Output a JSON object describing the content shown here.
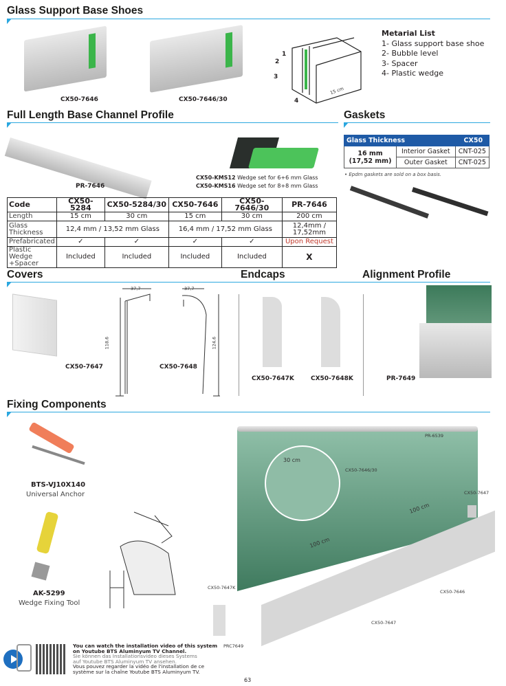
{
  "sections": {
    "base_shoes": "Glass Support Base Shoes",
    "channel": "Full Length Base Channel Profile",
    "gaskets": "Gaskets",
    "covers": "Covers",
    "endcaps": "Endcaps",
    "alignment": "Alignment Profile",
    "fixing": "Fixing Components"
  },
  "base_shoes": {
    "items": [
      "CX50-7646",
      "CX50-7646/30"
    ],
    "diagram_numbers": [
      "1",
      "2",
      "3",
      "4"
    ],
    "diagram_dim": "15 cm",
    "material_list": {
      "title": "Metarial List",
      "items": [
        "1- Glass support base shoe",
        "2- Bubble level",
        "3- Spacer",
        "4- Plastic wedge"
      ]
    }
  },
  "channel": {
    "profile_label": "PR-7646",
    "wedge_lines": [
      {
        "code": "CX50-KMS12",
        "text": " Wedge set for 6+6 mm Glass"
      },
      {
        "code": "CX50-KMS16",
        "text": " Wedge set for 8+8 mm Glass"
      }
    ]
  },
  "spec_table": {
    "headers": [
      "Code",
      "CX50-5284",
      "CX50-5284/30",
      "CX50-7646",
      "CX50-7646/30",
      "PR-7646"
    ],
    "length": {
      "label": "Length",
      "values": [
        "15 cm",
        "30 cm",
        "15 cm",
        "30 cm",
        "200 cm"
      ]
    },
    "thickness": {
      "label": "Glass Thickness",
      "values": [
        "12,4 mm / 13,52 mm Glass",
        "16,4 mm / 17,52 mm Glass",
        "12,4mm / 17,52mm"
      ]
    },
    "prefab": {
      "label": "Prefabricated",
      "values": [
        "✓",
        "✓",
        "✓",
        "✓",
        "Upon Request"
      ]
    },
    "wedge": {
      "label": "Plastic Wedge +Spacer",
      "values": [
        "Included",
        "Included",
        "Included",
        "Included",
        "X"
      ]
    }
  },
  "gasket_table": {
    "header": "Glass Thickness",
    "header_col": "CX50",
    "thickness": "16 mm",
    "thickness2": "(17,52 mm)",
    "rows": [
      {
        "type": "Interior Gasket",
        "code": "CNT-025"
      },
      {
        "type": "Outer Gasket",
        "code": "CNT-025"
      }
    ],
    "note": "• Epdm gaskets are sold on a box basis."
  },
  "covers": {
    "items": [
      "CX50-7647",
      "CX50-7648"
    ],
    "dims": {
      "w1": "37,7",
      "h1": "118,6",
      "w2": "37,7",
      "h2": "124,6"
    }
  },
  "endcaps": {
    "items": [
      "CX50-7647K",
      "CX50-7648K"
    ]
  },
  "alignment": {
    "item": "PR-7649"
  },
  "fixing": {
    "anchor_code": "BTS-VJ10X140",
    "anchor_name": "Universal Anchor",
    "tool_code": "AK-5299",
    "tool_name": "Wedge Fixing Tool"
  },
  "assembly": {
    "labels": {
      "handrail": "PR-6539",
      "zoom_part": "CX50-7646/30",
      "zoom_dim": "30 cm",
      "endcap_right": "CX50-7647",
      "dim1": "100 cm",
      "dim2": "100 cm",
      "endcap_left": "CX50-7647K",
      "shoes": "CX50-7646",
      "cover": "CX50-7647",
      "align": "PRC7649"
    }
  },
  "footer": {
    "en1": "You can watch the installation video of this system",
    "en2": "on Youtube BTS Aluminyum TV Channel.",
    "de1": "Sie können das Installationsvideo dieses Systems",
    "de2": "auf Youtube BTS Aluminyum TV ansehen.",
    "fr1": "Vous pouvez regarder la vidéo de l'installation de ce",
    "fr2": "système sur la chaîne Youtube BTS Aluminyum TV.",
    "page": "63"
  },
  "colors": {
    "accent": "#2aa7df",
    "table_header": "#1e5aa6",
    "glass": "#6fa88f",
    "label_orange": "#c0392b"
  }
}
